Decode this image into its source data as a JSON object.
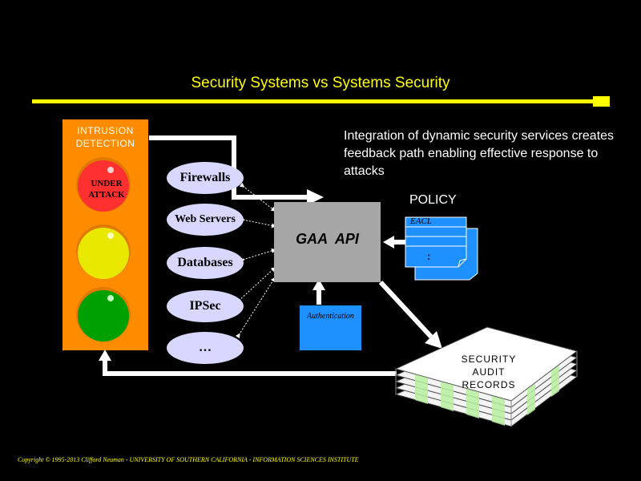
{
  "slide": {
    "title": "Security Systems vs Systems Security",
    "intro_text": "Integration of dynamic security services creates feedback path enabling effective response to attacks",
    "copyright": "Copyright © 1995-2013 Clifford Neuman - UNIVERSITY OF SOUTHERN CALIFORNIA - INFORMATION SCIENCES INSTITUTE"
  },
  "intrusion_detection": {
    "label_line1": "INTRUSION",
    "label_line2": "DETECTION",
    "red_light_line1": "UNDER",
    "red_light_line2": "ATTACK"
  },
  "services": [
    "Firewalls",
    "Web Servers",
    "Databases",
    "IPSec",
    "…"
  ],
  "gaa_api": {
    "label": "GAA  API"
  },
  "authentication": {
    "label": "Authentication"
  },
  "policy": {
    "label": "POLICY",
    "eacl_label": "EACL",
    "ellipsis": ":"
  },
  "audit": {
    "line1": "SECURITY",
    "line2": "AUDIT",
    "line3": "RECORDS"
  },
  "colors": {
    "background": "#000000",
    "title": "#ffff00",
    "ids_panel": "#ff8c00",
    "red_light": "#ff3030",
    "yellow_light": "#e8e800",
    "green_light": "#00a000",
    "oval": "#d7d7ff",
    "gaa_box": "#a6a6a6",
    "auth_box": "#1e90ff",
    "policy_doc": "#1e90ff",
    "audit_stripe": "#b8f0a0"
  }
}
